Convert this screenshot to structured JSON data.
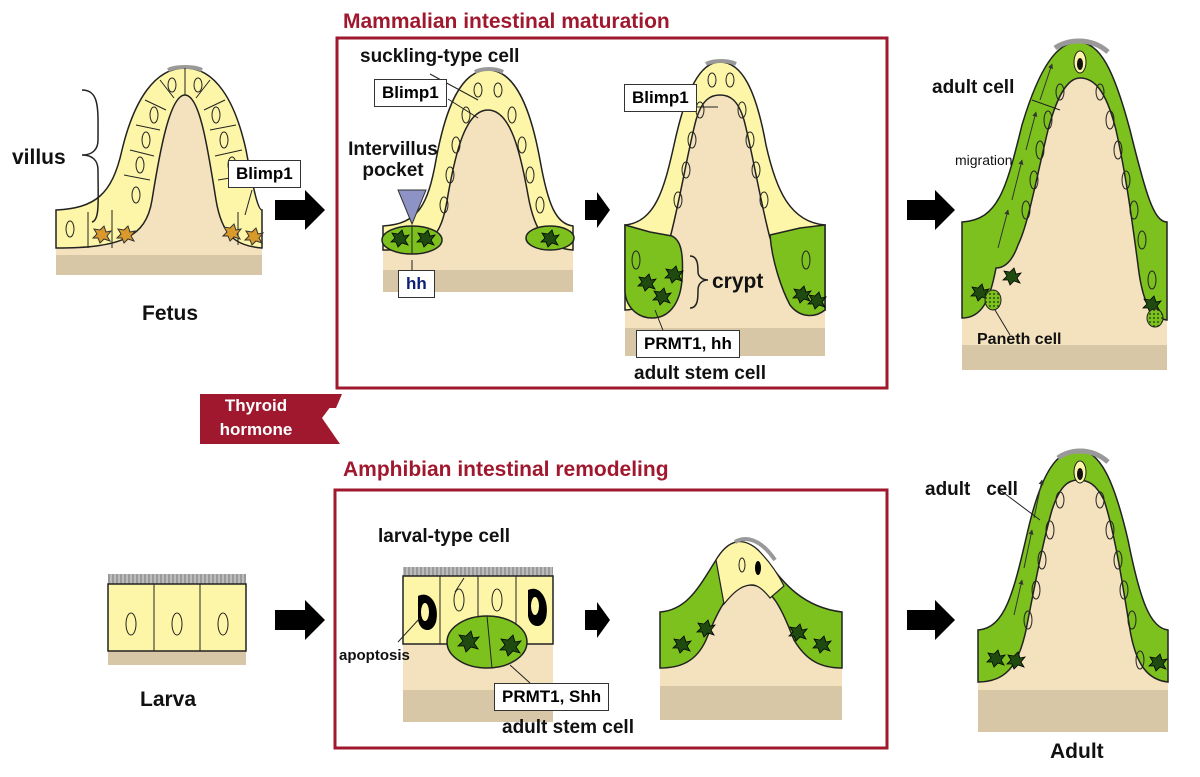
{
  "titles": {
    "mammalian": "Mammalian intestinal maturation",
    "amphibian": "Amphibian intestinal remodeling"
  },
  "labels": {
    "villus": "villus",
    "fetus": "Fetus",
    "suckling": "suckling-type cell",
    "intervillus": "Intervillus\npocket",
    "crypt": "crypt",
    "adult_stem_top": "adult stem cell",
    "adult_cell_top": "adult cell",
    "migration": "migration",
    "paneth": "Paneth cell",
    "larva": "Larva",
    "larval_type": "larval-type cell",
    "apoptosis": "apoptosis",
    "adult_stem_bottom": "adult stem cell",
    "adult_cell_bottom": "adult   cell",
    "adult": "Adult"
  },
  "boxes": {
    "blimp_fetus": "Blimp1",
    "blimp_suckling": "Blimp1",
    "blimp_middle": "Blimp1",
    "hh": "hh",
    "prmt_hh": "PRMT1, hh",
    "prmt_shh": "PRMT1, Shh"
  },
  "thyroid": "Thyroid\nhormone",
  "colors": {
    "accent": "#a0182e",
    "yellow_cell": "#fdf6a8",
    "green_cell": "#7dc11f",
    "stroma": "#f3e2bd",
    "base": "#d8c7a6"
  }
}
